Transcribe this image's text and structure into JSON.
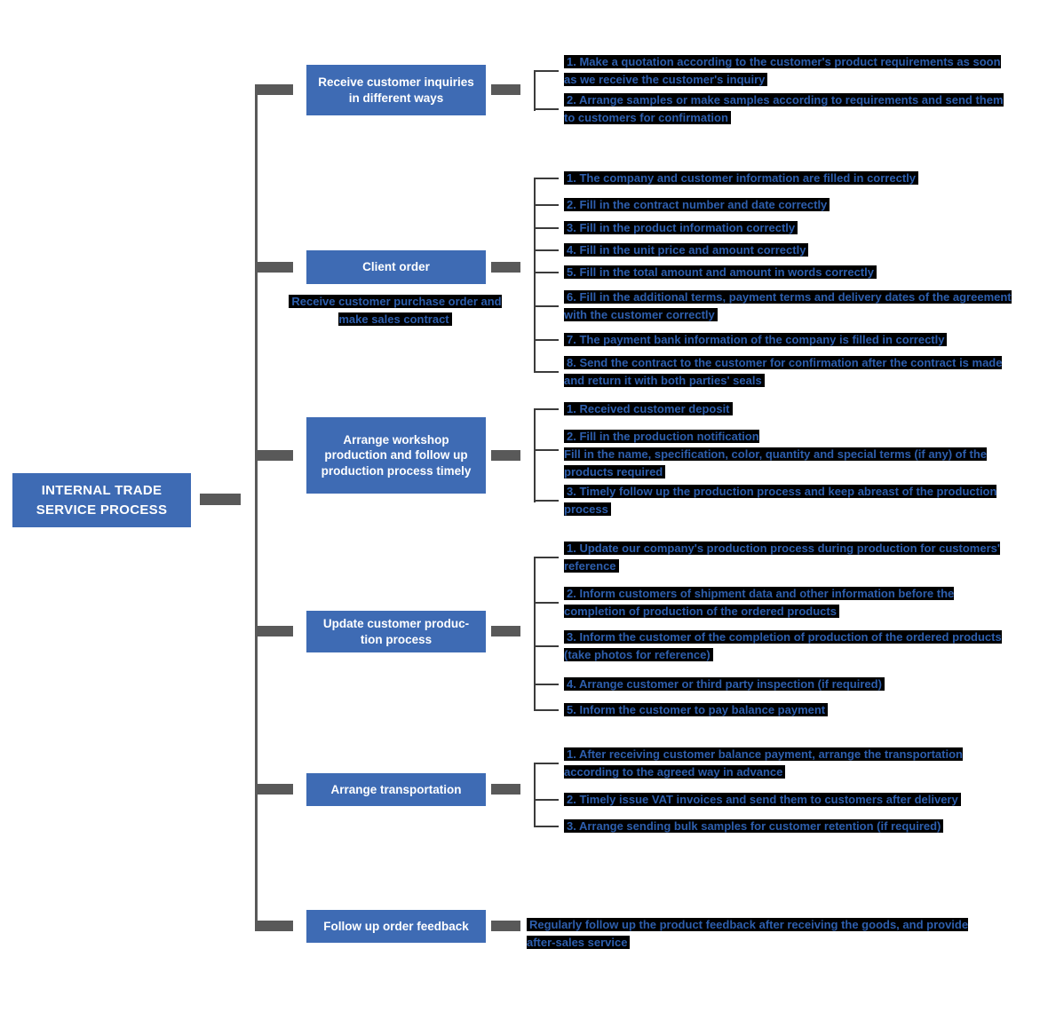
{
  "root": {
    "title": "INTERNAL TRADE SERVICE PROCESS"
  },
  "colors": {
    "node_blue": "#3e6bb4",
    "connector_gray": "#595959",
    "bracket_line": "#3b3b3b",
    "step_text_blue": "#2e5fae",
    "step_highlight": "#000000"
  },
  "branches": [
    {
      "label": "Receive customer inquiries in different ways",
      "items": [
        "1. Make a quotation according to the customer's product requirements as soon as we receive the customer's inquiry",
        "2. Arrange samples or make samples according to requirements and send them to customers for confirmation"
      ]
    },
    {
      "label": "Client order",
      "sublabel": "Receive customer purchase order and make sales contract",
      "items": [
        "1. The company and customer information are filled in correctly",
        "2. Fill in the contract number and date correctly",
        "3. Fill in the product information correctly",
        "4. Fill in the unit price and amount correctly",
        "5. Fill in the total amount and amount in words correctly",
        "6. Fill in the additional terms, payment terms and delivery dates of the agreement with the customer correctly",
        "7. The payment bank information of the company is filled in correctly",
        "8. Send the contract to the customer for confirmation after the contract is made and return it with both parties' seals"
      ]
    },
    {
      "label": "Arrange workshop production and follow up production process timely",
      "items": [
        "1. Received customer deposit",
        "2. Fill in the production notification\nFill in the name, specification, color, quantity and special terms (if any) of the products required",
        "3. Timely follow up the production process and keep abreast of the production process"
      ]
    },
    {
      "label": "Update customer produc-tion process",
      "items": [
        "1. Update our company's production process during production for customers' reference",
        "2. Inform customers of shipment data and other information before the completion of production of the ordered products",
        "3. Inform the customer of the completion of production of the ordered products (take photos for reference)",
        "4. Arrange customer or third party inspection (if required)",
        "5. Inform the customer to pay balance payment"
      ]
    },
    {
      "label": "Arrange transportation",
      "items": [
        "1. After receiving customer balance payment, arrange the transportation according to the agreed way in advance",
        "2. Timely issue VAT invoices and send them to customers after delivery",
        "3. Arrange sending bulk samples for customer retention (if required)"
      ]
    },
    {
      "label": "Follow up order feedback",
      "items": [
        "Regularly follow up the product feedback after receiving the goods, and provide after-sales service"
      ]
    }
  ]
}
